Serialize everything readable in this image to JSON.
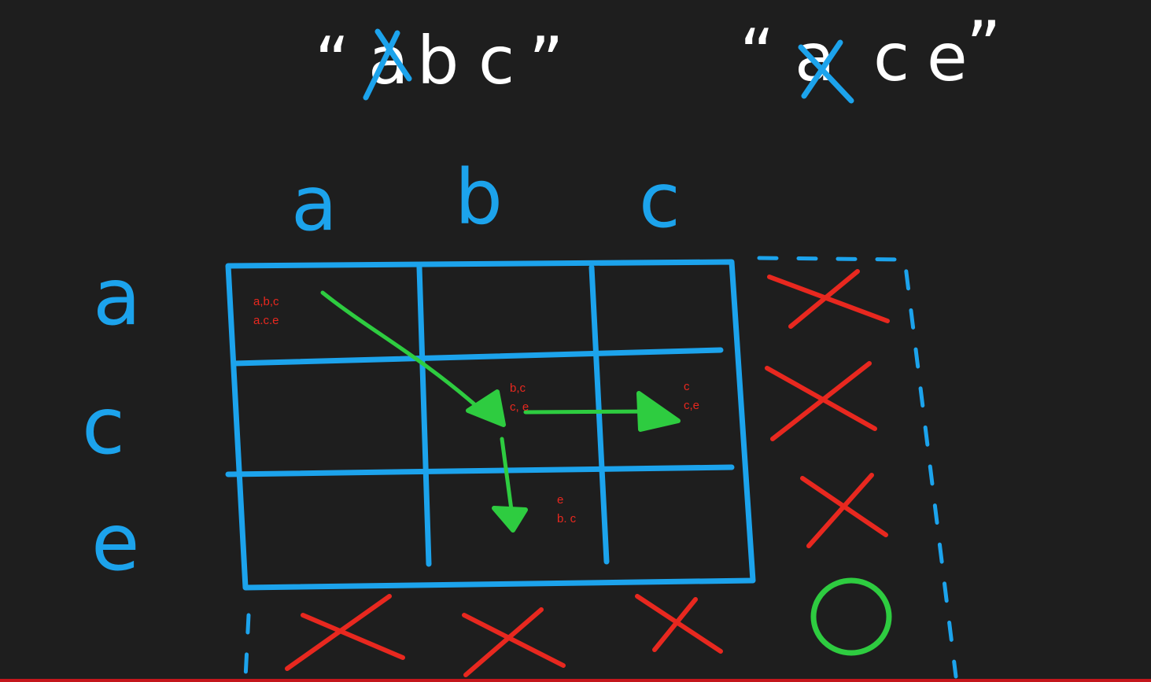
{
  "strings": {
    "left": {
      "open_quote": "“",
      "chars": [
        "a",
        "b",
        "c"
      ],
      "close_quote": "”"
    },
    "right": {
      "open_quote": "“",
      "chars": [
        "a",
        "c",
        "e"
      ],
      "close_quote": "”"
    }
  },
  "grid": {
    "column_headers": [
      "a",
      "b",
      "c"
    ],
    "row_headers": [
      "a",
      "c",
      "e"
    ]
  },
  "cell_notes": {
    "a_a": {
      "line1": "a,b,c",
      "line2": "a.c.e"
    },
    "c_b": {
      "line1": "b,c",
      "line2": "c, e"
    },
    "c_c": {
      "line1": "c",
      "line2": "c,e"
    },
    "e_b": {
      "line1": "e",
      "line2": "b. c"
    }
  },
  "colors": {
    "background": "#1e1e1e",
    "grid_blue": "#1ca3ec",
    "white_ink": "#ffffff",
    "red_ink": "#e8281f",
    "green_ink": "#2ecc40"
  }
}
